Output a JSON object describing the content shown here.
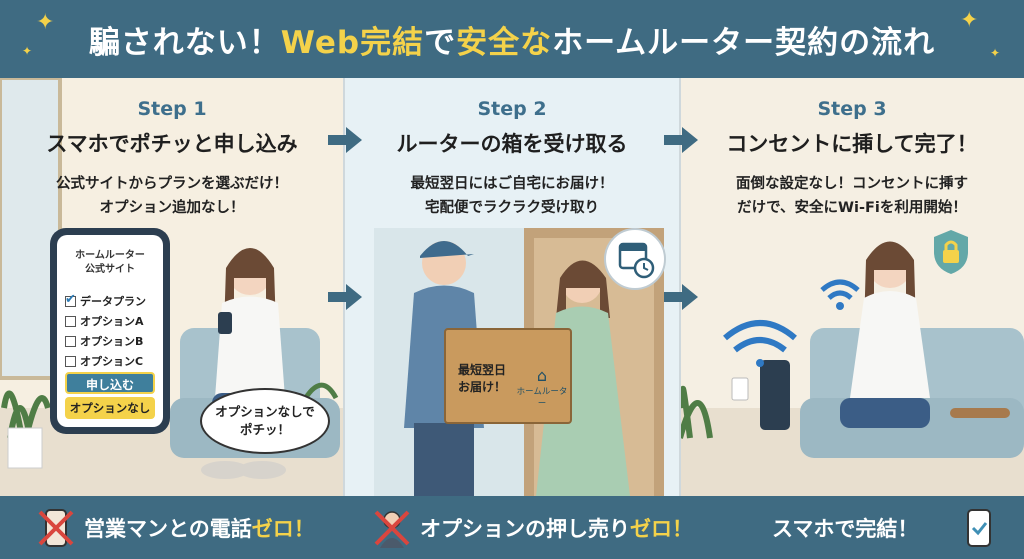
{
  "header": {
    "title_part1": "騙されない！",
    "title_hl1": "Web完結",
    "title_part2": "で",
    "title_hl2": "安全な",
    "title_part3": "ホームルーター契約の流れ"
  },
  "steps": [
    {
      "label": "Step 1",
      "title": "スマホでポチッと申し込み",
      "desc_line1": "公式サイトからプランを選ぶだけ！",
      "desc_line2": "オプション追加なし！",
      "phone": {
        "site_line1": "ホームルーター",
        "site_line2": "公式サイト",
        "options": [
          {
            "label": "データプラン",
            "checked": true
          },
          {
            "label": "オプションA",
            "checked": false
          },
          {
            "label": "オプションB",
            "checked": false
          },
          {
            "label": "オプションC",
            "checked": false
          }
        ],
        "apply_button": "申し込む",
        "no_option_button": "オプションなし"
      },
      "bubble_line1": "オプションなしで",
      "bubble_line2": "ポチッ！"
    },
    {
      "label": "Step 2",
      "title": "ルーターの箱を受け取る",
      "desc_line1": "最短翌日にはご自宅にお届け！",
      "desc_line2": "宅配便でラクラク受け取り",
      "box_line1": "最短翌日",
      "box_line2": "お届け！",
      "box_logo": "ホームルーター"
    },
    {
      "label": "Step 3",
      "title": "コンセントに挿して完了！",
      "desc_line1": "面倒な設定なし！コンセントに挿す",
      "desc_line2": "だけで、安全にWi-Fiを利用開始！"
    }
  ],
  "footer": {
    "item1_text": "営業マンとの電話",
    "item1_hl": "ゼロ！",
    "item2_text": "オプションの押し売り",
    "item2_hl": "ゼロ！",
    "item3_text": "スマホで完結！"
  },
  "colors": {
    "header_bg": "#3f6b82",
    "accent_yellow": "#f4d24a",
    "step_blue": "#3e6f8c"
  }
}
